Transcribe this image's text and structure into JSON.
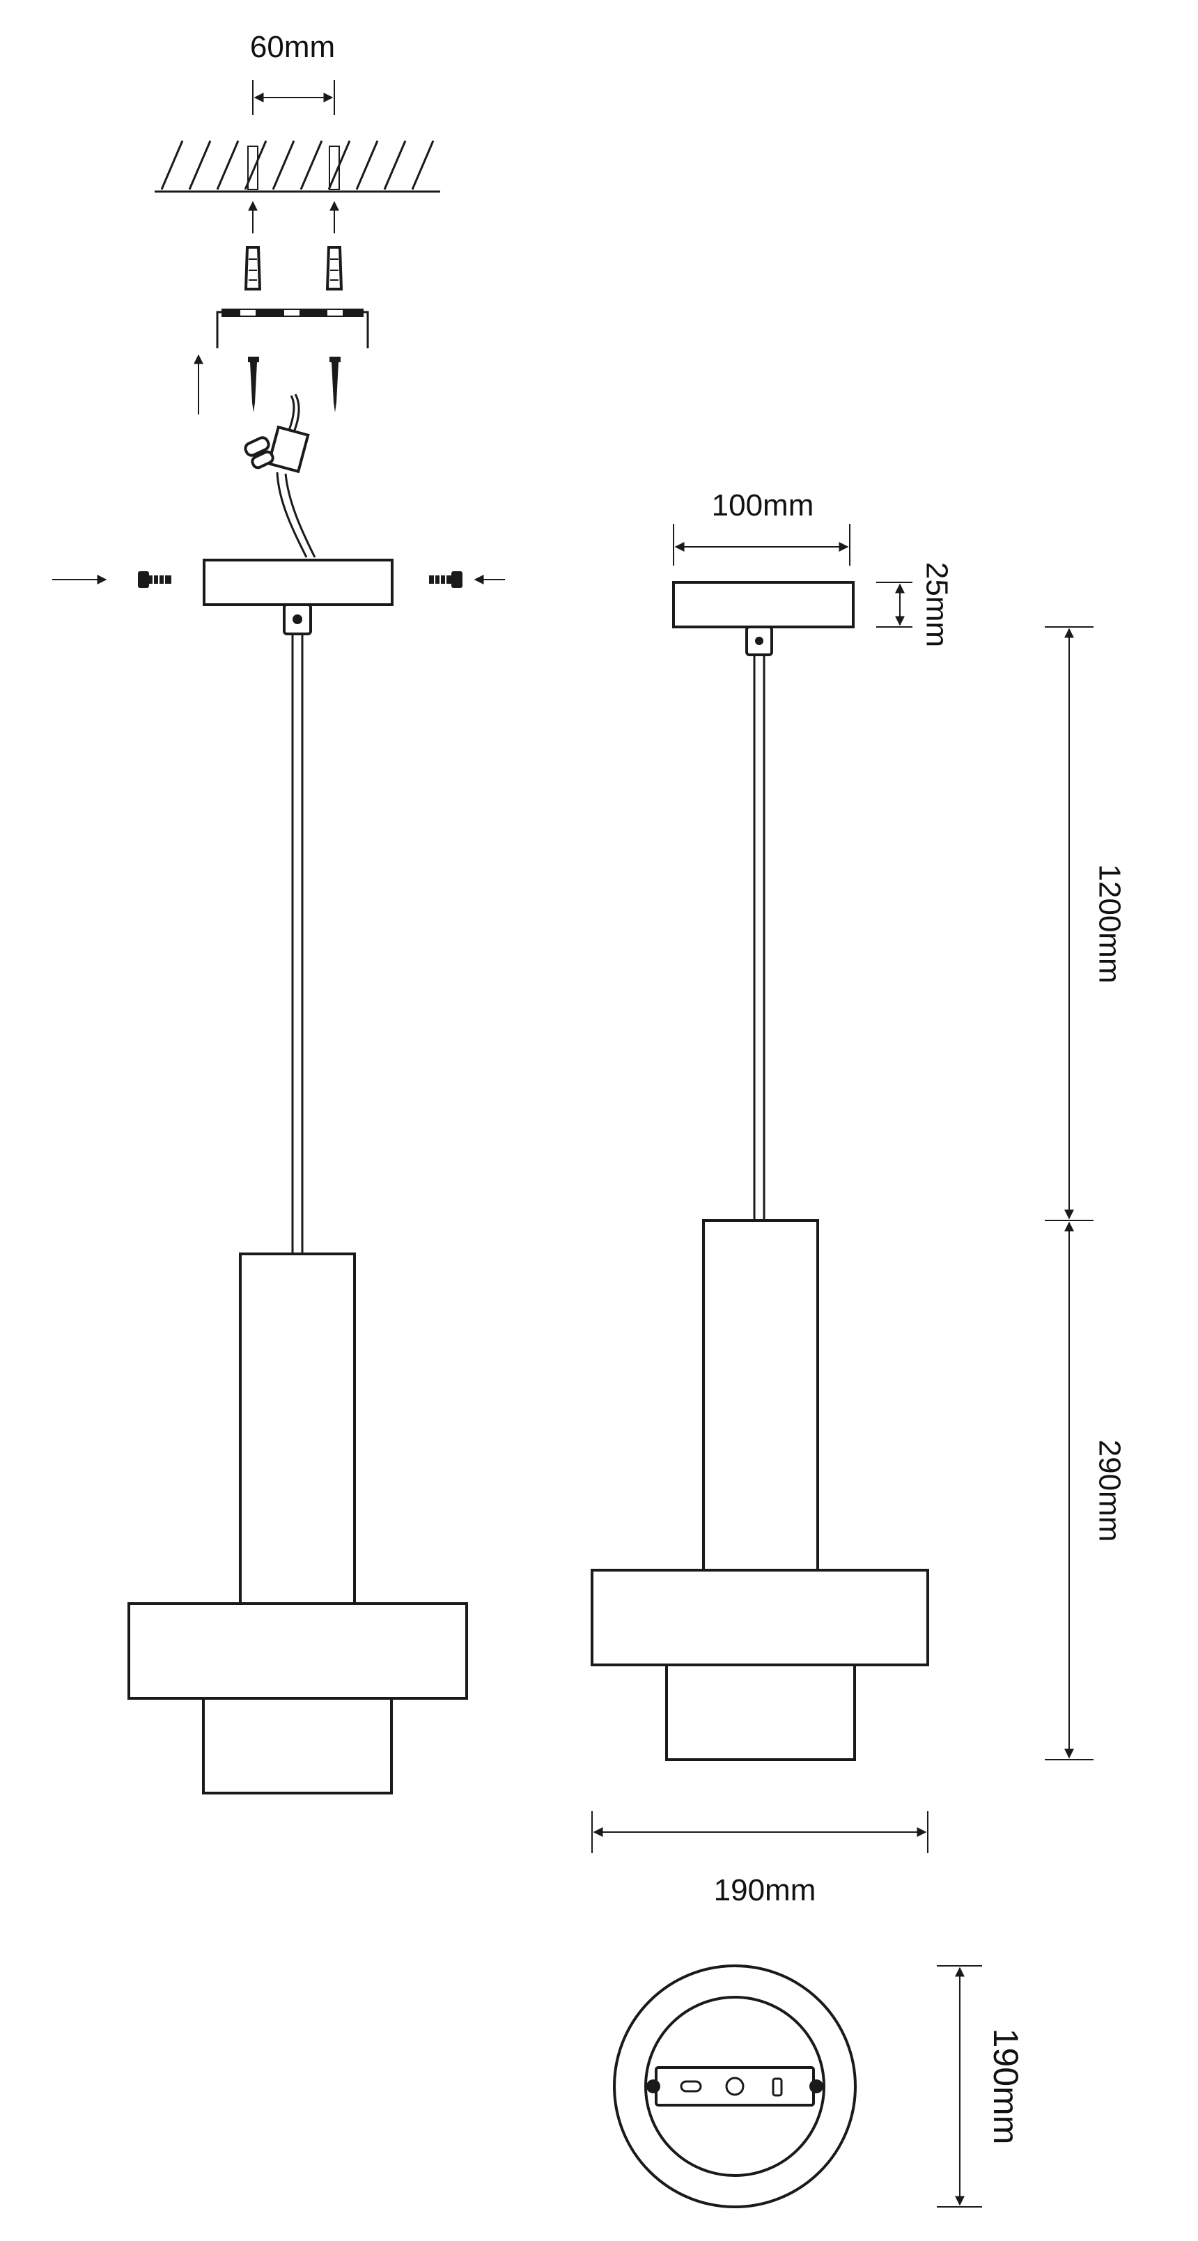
{
  "dimensions": {
    "anchor_spacing": "60mm",
    "canopy_width": "100mm",
    "canopy_height": "25mm",
    "cable_length": "1200mm",
    "lamp_height": "290mm",
    "lamp_width": "190mm",
    "lamp_diameter": "190mm"
  },
  "colors": {
    "line": "#1a1a1a",
    "background": "#ffffff"
  }
}
